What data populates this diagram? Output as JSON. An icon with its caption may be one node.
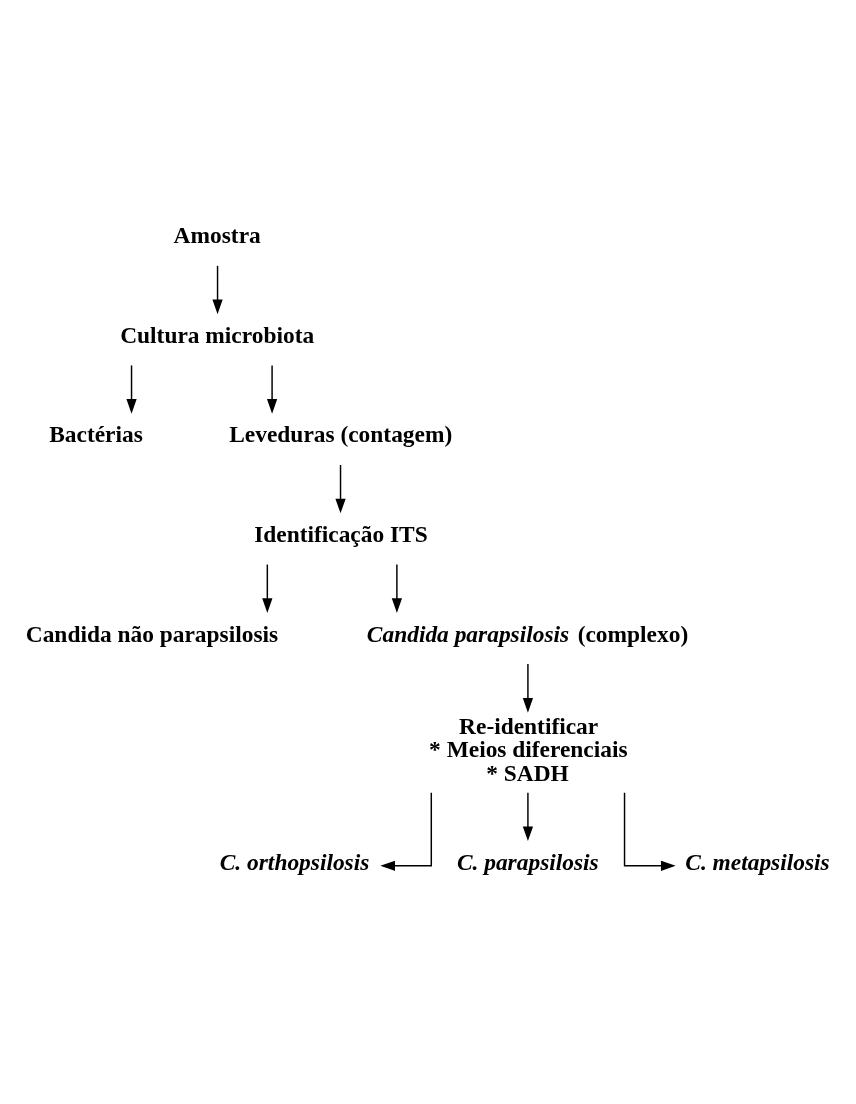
{
  "diagram": {
    "nodes": [
      {
        "text": [
          "Amostra"
        ]
      },
      {
        "text": [
          "Cultura microbiota"
        ]
      },
      {
        "text": [
          "Bactérias"
        ]
      },
      {
        "text": [
          "Leveduras (contagem)"
        ]
      },
      {
        "text": [
          "Identificação ITS"
        ]
      },
      {
        "text": [
          "Candida não parapsilosis"
        ]
      },
      {
        "text": [
          "*Candida parapsilosis* (complexo)"
        ]
      },
      {
        "text": [
          "Re-identificar",
          "* Meios diferenciais",
          "* SADH"
        ]
      },
      {
        "text": [
          "*C. orthopsilosis*"
        ]
      },
      {
        "text": [
          "*C. parapsilosis*"
        ]
      },
      {
        "text": [
          "*C. metapsilosis*"
        ]
      }
    ],
    "edges": [
      {
        "from": 0,
        "to": 1,
        "arrow": "to"
      },
      {
        "from": 1,
        "to": 2,
        "arrow": "to"
      },
      {
        "from": 1,
        "to": 3,
        "arrow": "to"
      },
      {
        "from": 3,
        "to": 4,
        "arrow": "to"
      },
      {
        "from": 4,
        "to": 5,
        "arrow": "to"
      },
      {
        "from": 4,
        "to": 6,
        "arrow": "to"
      },
      {
        "from": 6,
        "to": 7,
        "arrow": "to"
      },
      {
        "from": 7,
        "to": 8,
        "arrow": "to"
      },
      {
        "from": 7,
        "to": 9,
        "arrow": "to"
      },
      {
        "from": 7,
        "to": 10,
        "arrow": "to"
      }
    ]
  }
}
